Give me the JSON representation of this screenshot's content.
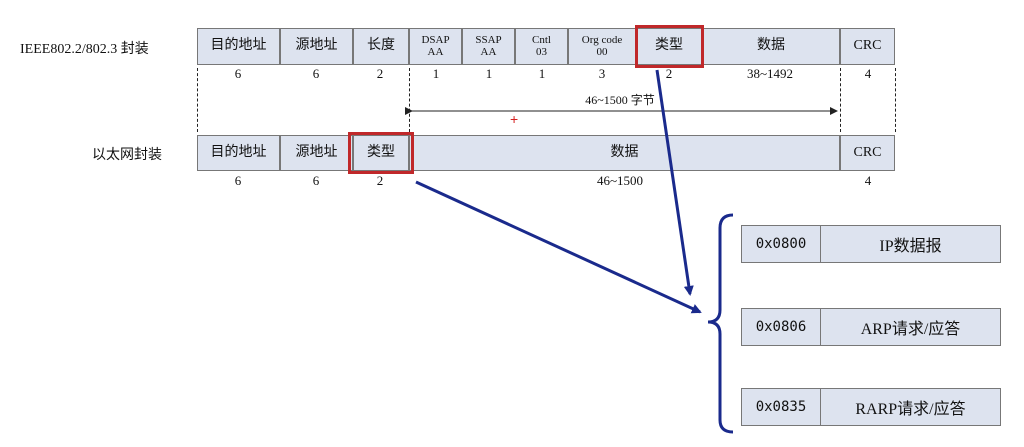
{
  "ieee": {
    "label": "IEEE802.2/802.3 封装",
    "fields": [
      {
        "lines": [
          "目的地址"
        ],
        "size": "6"
      },
      {
        "lines": [
          "源地址"
        ],
        "size": "6"
      },
      {
        "lines": [
          "长度"
        ],
        "size": "2"
      },
      {
        "lines": [
          "DSAP",
          "AA"
        ],
        "size": "1"
      },
      {
        "lines": [
          "SSAP",
          "AA"
        ],
        "size": "1"
      },
      {
        "lines": [
          "Cntl",
          "03"
        ],
        "size": "1"
      },
      {
        "lines": [
          "Org code",
          "00"
        ],
        "size": "3"
      },
      {
        "lines": [
          "类型"
        ],
        "size": "2"
      },
      {
        "lines": [
          "数据"
        ],
        "size": "38~1492"
      },
      {
        "lines": [
          "CRC"
        ],
        "size": "4"
      }
    ],
    "span_label": "46~1500 字节"
  },
  "ethernet": {
    "label": "以太网封装",
    "fields": [
      {
        "lines": [
          "目的地址"
        ],
        "size": "6"
      },
      {
        "lines": [
          "源地址"
        ],
        "size": "6"
      },
      {
        "lines": [
          "类型"
        ],
        "size": "2"
      },
      {
        "lines": [
          "数据"
        ],
        "size": "46~1500"
      },
      {
        "lines": [
          "CRC"
        ],
        "size": "4"
      }
    ]
  },
  "types": [
    {
      "code": "0x0800",
      "desc": "IP数据报"
    },
    {
      "code": "0x0806",
      "desc": "ARP请求/应答"
    },
    {
      "code": "0x0835",
      "desc": "RARP请求/应答"
    }
  ],
  "colors": {
    "field_fill": "#dde3ef",
    "highlight": "#c0282a",
    "arrow": "#1a2a8c"
  }
}
